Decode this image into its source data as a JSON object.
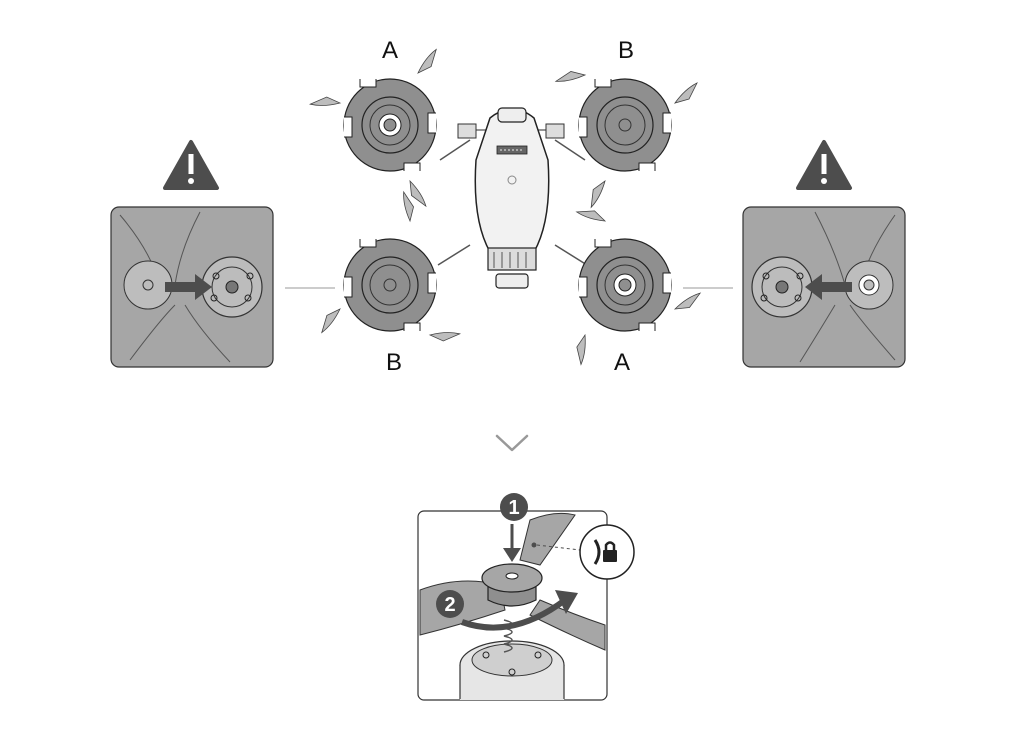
{
  "diagram": {
    "propeller_labels": {
      "top_left": "A",
      "top_right": "B",
      "bottom_left": "B",
      "bottom_right": "A"
    },
    "steps": [
      {
        "number": "1"
      },
      {
        "number": "2"
      }
    ],
    "icons": {
      "warning_left": "warning-icon",
      "warning_right": "warning-icon",
      "chevron": "chevron-down-icon",
      "lock": "lock-icon"
    },
    "colors": {
      "propeller_gray": "#8f8f8f",
      "dark_gray": "#4d4d4d",
      "panel_gray": "#a6a6a6",
      "outline": "#222222"
    }
  }
}
